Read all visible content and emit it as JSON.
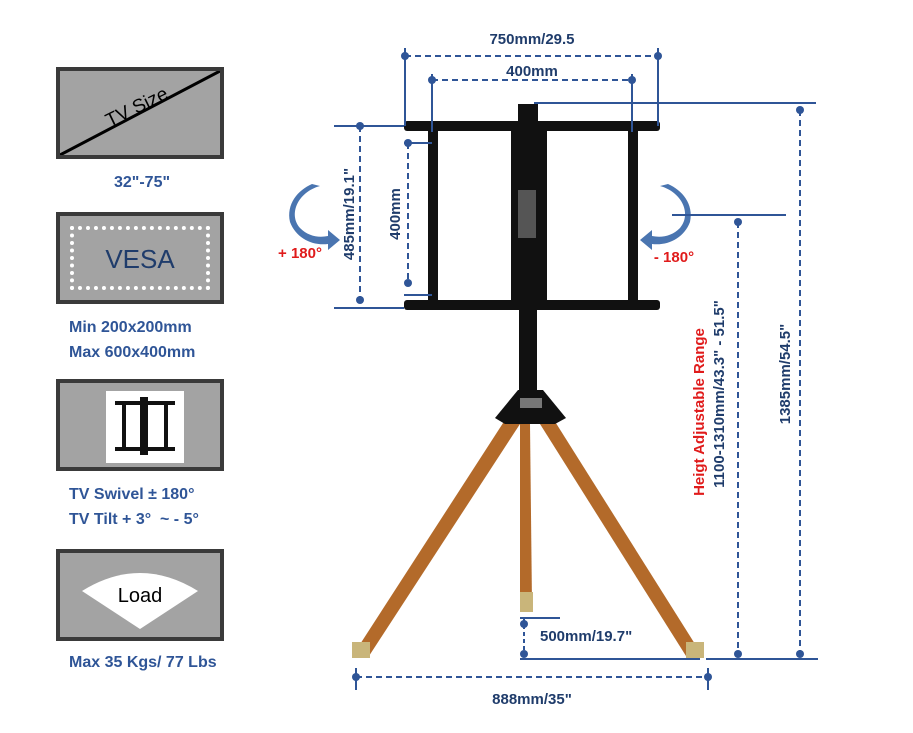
{
  "features": {
    "tv_size": {
      "icon_text": "TV Size",
      "caption": "32\"-75\""
    },
    "vesa": {
      "icon_text": "VESA",
      "line1": "Min 200x200mm",
      "line2": "Max 600x400mm"
    },
    "swivel": {
      "line1": "TV Swivel ± 180°",
      "line2": "TV Tilt + 3°  ~ - 5°"
    },
    "load": {
      "icon_text": "Load",
      "caption": "Max 35 Kgs/ 77 Lbs"
    }
  },
  "dimensions": {
    "top_width": "750mm/29.5",
    "vesa_width": "400mm",
    "frame_height": "485mm/19.1\"",
    "vesa_height": "400mm",
    "rotate_left": "+ 180°",
    "rotate_right": "- 180°",
    "adjustable_title": "Heigt Adjustable Range",
    "adjustable_range": "1100-1310mm/43.3\" - 51.5\"",
    "total_height": "1385mm/54.5\"",
    "rear_leg": "500mm/19.7\"",
    "base_width": "888mm/35\""
  },
  "colors": {
    "dimension_blue": "#2f5597",
    "warning_red": "#e01b1b",
    "wood": "#b36a2a",
    "panel_gray": "#a3a3a3"
  }
}
